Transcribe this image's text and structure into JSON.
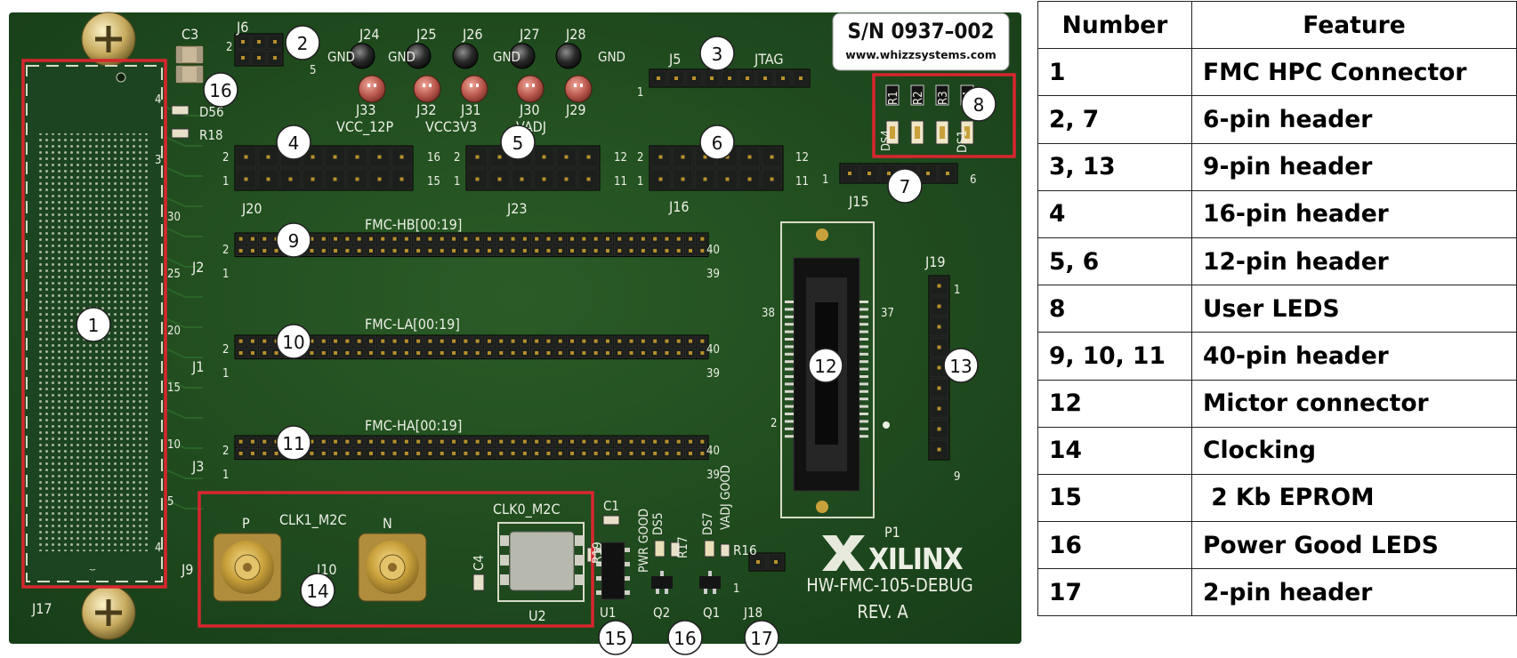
{
  "board": {
    "serial": "S/N 0937–002",
    "website": "www.whizzsystems.com",
    "brand": "XILINX",
    "model": "HW-FMC-105-DEBUG",
    "rev": "REV. A",
    "colors": {
      "pcb": "#1f4a1e",
      "highlight": "#d8262e",
      "pin": "#b8902c",
      "header": "#141514",
      "gold": "#c9a13b"
    },
    "silk_labels": {
      "c3": "C3",
      "j6": "J6",
      "j24": "J24",
      "j25": "J25",
      "j26": "J26",
      "j27": "J27",
      "j28": "J28",
      "gnd": "GND",
      "j33": "J33",
      "j32": "J32",
      "j31": "J31",
      "j30": "J30",
      "j29": "J29",
      "vcc12p": "VCC_12P",
      "vcc3v3": "VCC3V3",
      "vadj": "VADJ",
      "j5": "J5",
      "jtag": "JTAG",
      "d56": "D56",
      "r18": "R18",
      "j20": "J20",
      "j23": "J23",
      "j16": "J16",
      "j15": "J15",
      "j19": "J19",
      "fmc_hb": "FMC-HB[00:19]",
      "fmc_la": "FMC-LA[00:19]",
      "fmc_ha": "FMC-HA[00:19]",
      "j2": "J2",
      "j1": "J1",
      "j3": "J3",
      "j17": "J17",
      "j9": "J9",
      "j10": "J10",
      "p": "P",
      "n": "N",
      "clk1": "CLK1_M2C",
      "clk0": "CLK0_M2C",
      "c4": "C4",
      "u2": "U2",
      "c1": "C1",
      "pwr_good": "PWR GOOD",
      "ds5": "DS5",
      "r17": "R17",
      "ds7": "DS7",
      "vadj_good": "VADJ GOOD",
      "r16": "R16",
      "r19": "R19",
      "u1": "U1",
      "q2": "Q2",
      "q1": "Q1",
      "j18": "J18",
      "p1": "P1",
      "ds1": "DS1",
      "r1": "R1",
      "r2": "R2",
      "r3": "R3",
      "r4": "R4",
      "ds4": "DS4",
      "n2": "2",
      "n5": "5",
      "n1": "1",
      "n16": "16",
      "n15": "15",
      "n12": "12",
      "n11": "11",
      "n6": "6",
      "n40": "40",
      "n39": "39",
      "n38": "38",
      "n37": "37",
      "n9": "9",
      "n30": "30",
      "n25": "25",
      "n20": "20",
      "n10": "10",
      "n4": "4",
      "n3": "3"
    },
    "callouts": [
      "1",
      "2",
      "3",
      "4",
      "5",
      "6",
      "7",
      "8",
      "9",
      "10",
      "11",
      "12",
      "13",
      "14",
      "15",
      "16",
      "16",
      "17"
    ]
  },
  "table": {
    "headers": [
      "Number",
      "Feature"
    ],
    "rows": [
      {
        "number": "1",
        "feature": "FMC HPC Connector"
      },
      {
        "number": "2, 7",
        "feature": "6-pin header"
      },
      {
        "number": "3, 13",
        "feature": "9-pin header"
      },
      {
        "number": "4",
        "feature": "16-pin header"
      },
      {
        "number": "5, 6",
        "feature": "12-pin header"
      },
      {
        "number": "8",
        "feature": "User LEDS"
      },
      {
        "number": "9, 10, 11",
        "feature": "40-pin header"
      },
      {
        "number": "12",
        "feature": "Mictor connector"
      },
      {
        "number": "14",
        "feature": "Clocking"
      },
      {
        "number": "15",
        "feature": " 2 Kb EPROM"
      },
      {
        "number": "16",
        "feature": "Power Good LEDS"
      },
      {
        "number": "17",
        "feature": "2-pin header"
      }
    ]
  }
}
